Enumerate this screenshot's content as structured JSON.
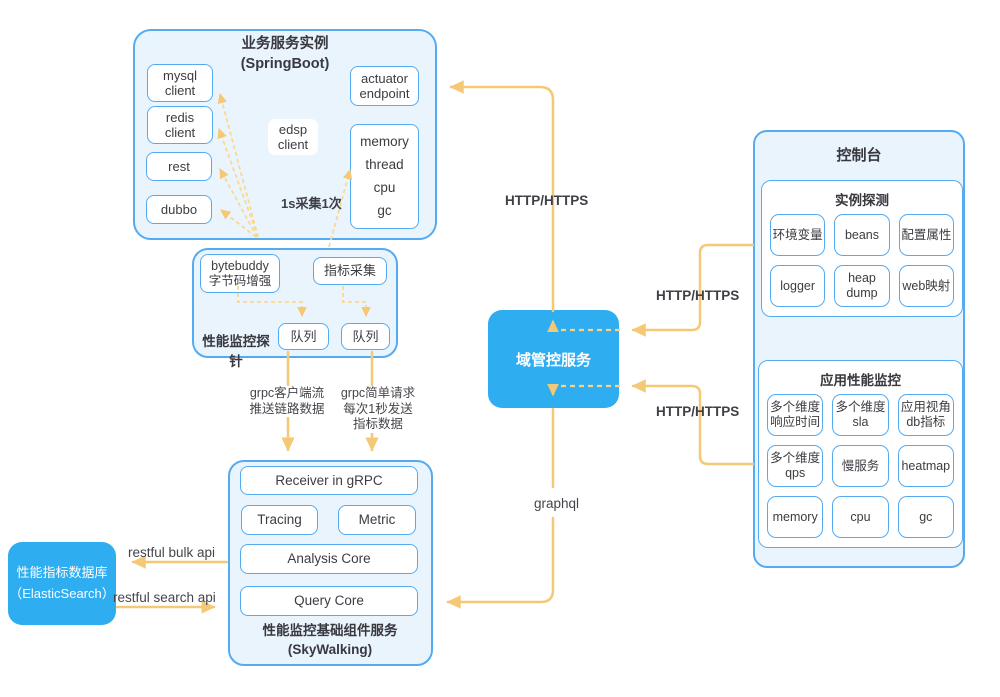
{
  "colors": {
    "border_blue": "#55abf2",
    "panel_fill": "#eaf4fd",
    "solid_blue": "#2eadf1",
    "arrow_yellow": "#f6c877",
    "text_dark": "#3c3c42"
  },
  "springboot": {
    "title": "业务服务实例\n(SpringBoot)",
    "mysql": "mysql\nclient",
    "redis": "redis\nclient",
    "rest": "rest",
    "dubbo": "dubbo",
    "edsp": "edsp\nclient",
    "actuator": "actuator\nendpoint",
    "metrics": [
      "memory",
      "thread",
      "cpu",
      "gc"
    ],
    "collect_note": "1s采集1次"
  },
  "probe": {
    "label": "性能监控探针",
    "bytebuddy": "bytebuddy\n字节码增强",
    "metric_collect": "指标采集",
    "queue1": "队列",
    "queue2": "队列"
  },
  "domain_service": {
    "label": "域管控服务"
  },
  "console": {
    "title": "控制台",
    "instance_probe": {
      "title": "实例探测",
      "items": [
        "环境变量",
        "beans",
        "配置属性",
        "logger",
        "heap\ndump",
        "web映射"
      ]
    },
    "apm": {
      "title": "应用性能监控",
      "items": [
        "多个维度\n响应时间",
        "多个维度\nsla",
        "应用视角\ndb指标",
        "多个维度\nqps",
        "慢服务",
        "heatmap",
        "memory",
        "cpu",
        "gc"
      ]
    }
  },
  "elasticsearch": {
    "label": "性能指标数据库\n（ElasticSearch）"
  },
  "skywalking": {
    "receiver": "Receiver in gRPC",
    "tracing": "Tracing",
    "metric": "Metric",
    "analysis": "Analysis Core",
    "query": "Query Core",
    "caption": "性能监控基础组件服务\n(SkyWalking)"
  },
  "edges": {
    "http_top": "HTTP/HTTPS",
    "http_upper_right": "HTTP/HTTPS",
    "http_lower_right": "HTTP/HTTPS",
    "graphql": "graphql",
    "grpc_stream": "grpc客户端流\n推送链路数据",
    "grpc_metrics": "grpc简单请求\n每次1秒发送\n指标数据",
    "restful_bulk": "restful bulk api",
    "restful_search": "restful search api"
  }
}
